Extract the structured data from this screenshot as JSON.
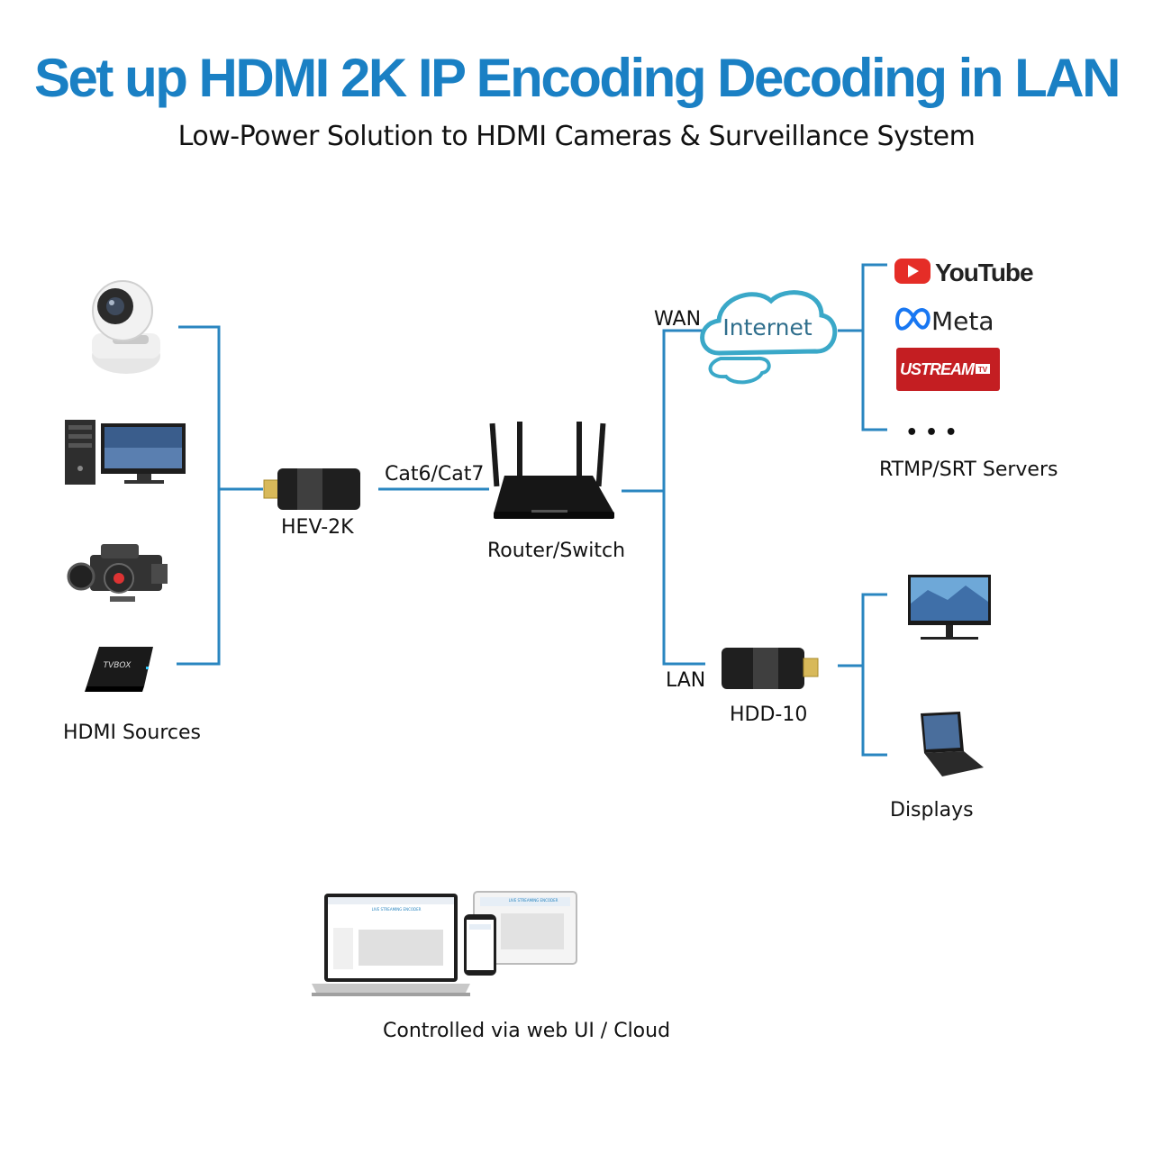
{
  "header": {
    "title": "Set up HDMI 2K IP Encoding Decoding in LAN",
    "subtitle": "Low-Power Solution to HDMI Cameras & Surveillance System"
  },
  "sources": {
    "label": "HDMI Sources",
    "tvbox_text": "TVBOX"
  },
  "encoder": {
    "label": "HEV-2K"
  },
  "cable": {
    "label": "Cat6/Cat7"
  },
  "router": {
    "label": "Router/Switch"
  },
  "wan": {
    "label": "WAN",
    "cloud_text": "Internet"
  },
  "lan": {
    "label": "LAN"
  },
  "decoder": {
    "label": "HDD-10"
  },
  "servers": {
    "label": "RTMP/SRT Servers",
    "youtube": "YouTube",
    "meta": "Meta",
    "ustream": "USTREAM",
    "ustream_tv": "TV",
    "more": "• • •"
  },
  "displays": {
    "label": "Displays"
  },
  "control": {
    "label": "Controlled via web UI / Cloud",
    "screen_title": "LIVE STREAMING ENCODER"
  },
  "colors": {
    "accent": "#1a80c4",
    "line": "#2a86c0",
    "youtube_red": "#e52d27",
    "meta_blue": "#1877f2",
    "ustream_red": "#c41e22",
    "cloud": "#3aa8c8"
  }
}
